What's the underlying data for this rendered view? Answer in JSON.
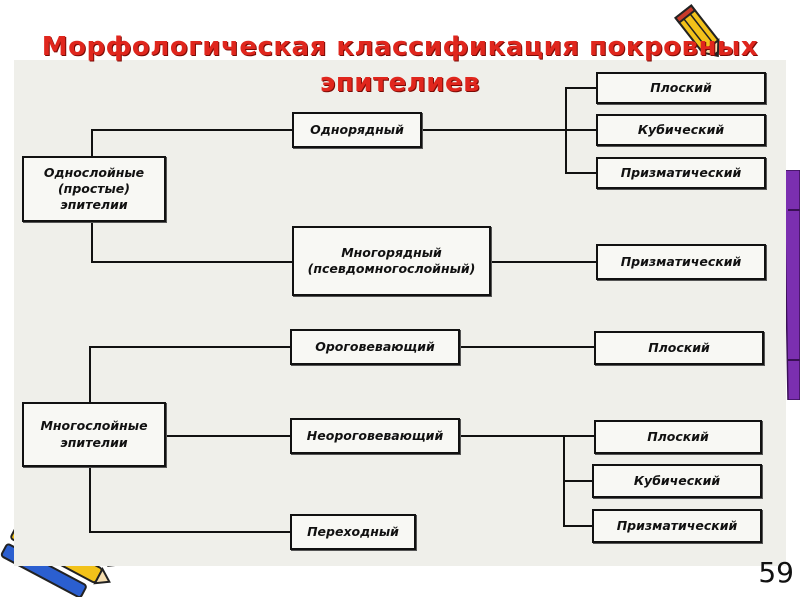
{
  "title": {
    "line1": "Морфологическая классификация покровных",
    "line2": "эпителиев"
  },
  "diagram": {
    "root_single": "Однослойные\n(простые)\nэпителии",
    "root_multi": "Многослойные\nэпителии",
    "single_row": "Однорядный",
    "multi_row": "Многорядный\n(псевдомногослойный)",
    "keratinizing": "Ороговевающий",
    "non_keratinizing": "Неороговевающий",
    "transitional": "Переходный",
    "leaf_flat_1": "Плоский",
    "leaf_cubic_1": "Кубический",
    "leaf_prism_1": "Призматический",
    "leaf_prism_2": "Призматический",
    "leaf_flat_2": "Плоский",
    "leaf_flat_3": "Плоский",
    "leaf_cubic_2": "Кубический",
    "leaf_prism_3": "Призматический"
  },
  "slide_number": "59",
  "colors": {
    "title": "#e0261d",
    "panel": "#efefea",
    "line": "#111111"
  },
  "decorations": [
    "pencil-icon",
    "purple-crayon-icon",
    "crayons-icon"
  ]
}
